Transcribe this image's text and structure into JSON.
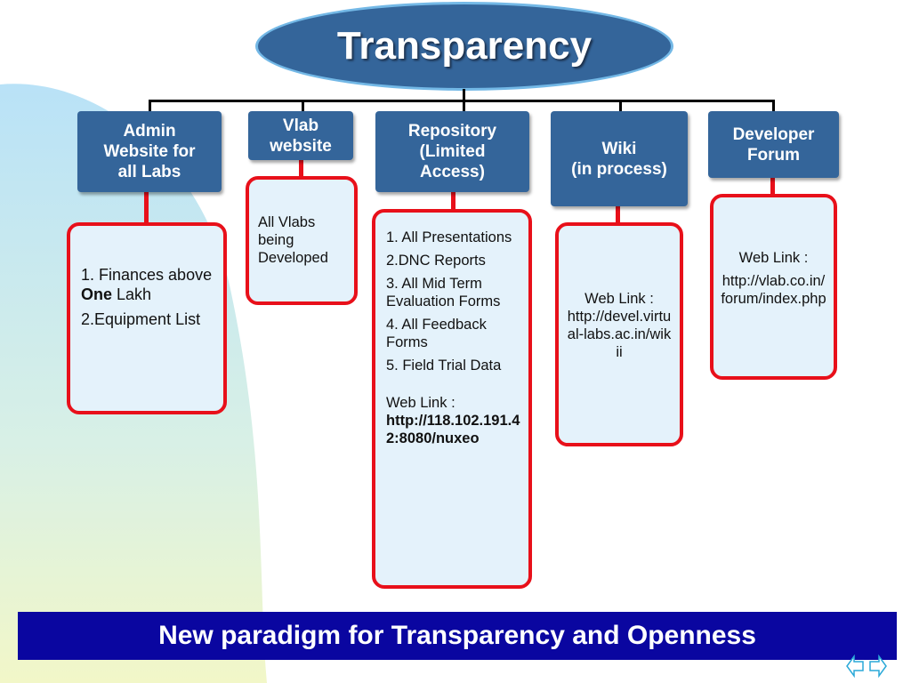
{
  "title": "Transparency",
  "columns": [
    {
      "header": "Admin\nWebsite for\nall Labs",
      "items": [
        {
          "pre": "1. Finances above ",
          "bold": "One",
          "post": " Lakh"
        },
        {
          "pre": "2.Equipment List",
          "bold": "",
          "post": ""
        }
      ]
    },
    {
      "header": "Vlab\nwebsite",
      "text": "All Vlabs being Developed"
    },
    {
      "header": "Repository\n(Limited\nAccess)",
      "items": [
        {
          "text": "1. All Presentations"
        },
        {
          "text": "2.DNC Reports"
        },
        {
          "text": "3. All Mid Term Evaluation Forms"
        },
        {
          "text": "4. All Feedback Forms"
        },
        {
          "text": "5. Field Trial Data"
        }
      ],
      "link_label": "Web Link :",
      "link_url": "http://118.102.191.42:8080/nuxeo"
    },
    {
      "header": "Wiki\n(in process)",
      "link_label": "Web Link :",
      "link_url": "http://devel.virtual-labs.ac.in/wikii"
    },
    {
      "header": "Developer\nForum",
      "link_label": "Web Link :",
      "link_url": "http://vlab.co.in/forum/index.php"
    }
  ],
  "footer": "New paradigm for Transparency and Openness",
  "colors": {
    "header_bg": "#34659a",
    "card_border": "#e8101a",
    "card_bg": "#e4f2fb",
    "footer_bg": "#0a06a0"
  },
  "nav_icons": [
    "prev-arrow-icon",
    "next-arrow-icon"
  ]
}
